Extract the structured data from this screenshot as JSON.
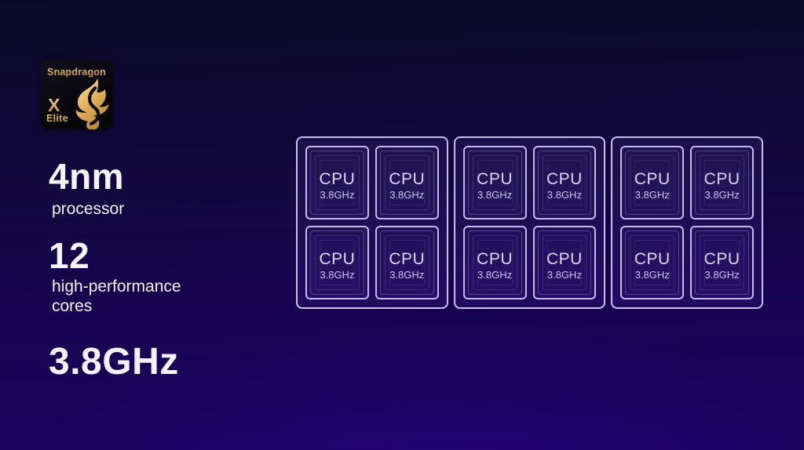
{
  "logo": {
    "brand": "Snapdragon",
    "series": "X",
    "tier": "Elite",
    "gold": "#d9a84c",
    "panel": "#0b0a10"
  },
  "specs": {
    "process": {
      "value": "4nm",
      "label": "processor"
    },
    "cores": {
      "value": "12",
      "label": "high-performance cores"
    },
    "clock": {
      "value": "3.8GHz"
    }
  },
  "diagram": {
    "border_color": "#c9bfec",
    "clusters": [
      {
        "cores": [
          {
            "name": "CPU",
            "freq": "3.8GHz"
          },
          {
            "name": "CPU",
            "freq": "3.8GHz"
          },
          {
            "name": "CPU",
            "freq": "3.8GHz"
          },
          {
            "name": "CPU",
            "freq": "3.8GHz"
          }
        ]
      },
      {
        "cores": [
          {
            "name": "CPU",
            "freq": "3.8GHz"
          },
          {
            "name": "CPU",
            "freq": "3.8GHz"
          },
          {
            "name": "CPU",
            "freq": "3.8GHz"
          },
          {
            "name": "CPU",
            "freq": "3.8GHz"
          }
        ]
      },
      {
        "cores": [
          {
            "name": "CPU",
            "freq": "3.8GHz"
          },
          {
            "name": "CPU",
            "freq": "3.8GHz"
          },
          {
            "name": "CPU",
            "freq": "3.8GHz"
          },
          {
            "name": "CPU",
            "freq": "3.8GHz"
          }
        ]
      }
    ]
  },
  "background": {
    "top": "#0d0a29",
    "mid": "#130744",
    "bottom": "#1c0161"
  }
}
